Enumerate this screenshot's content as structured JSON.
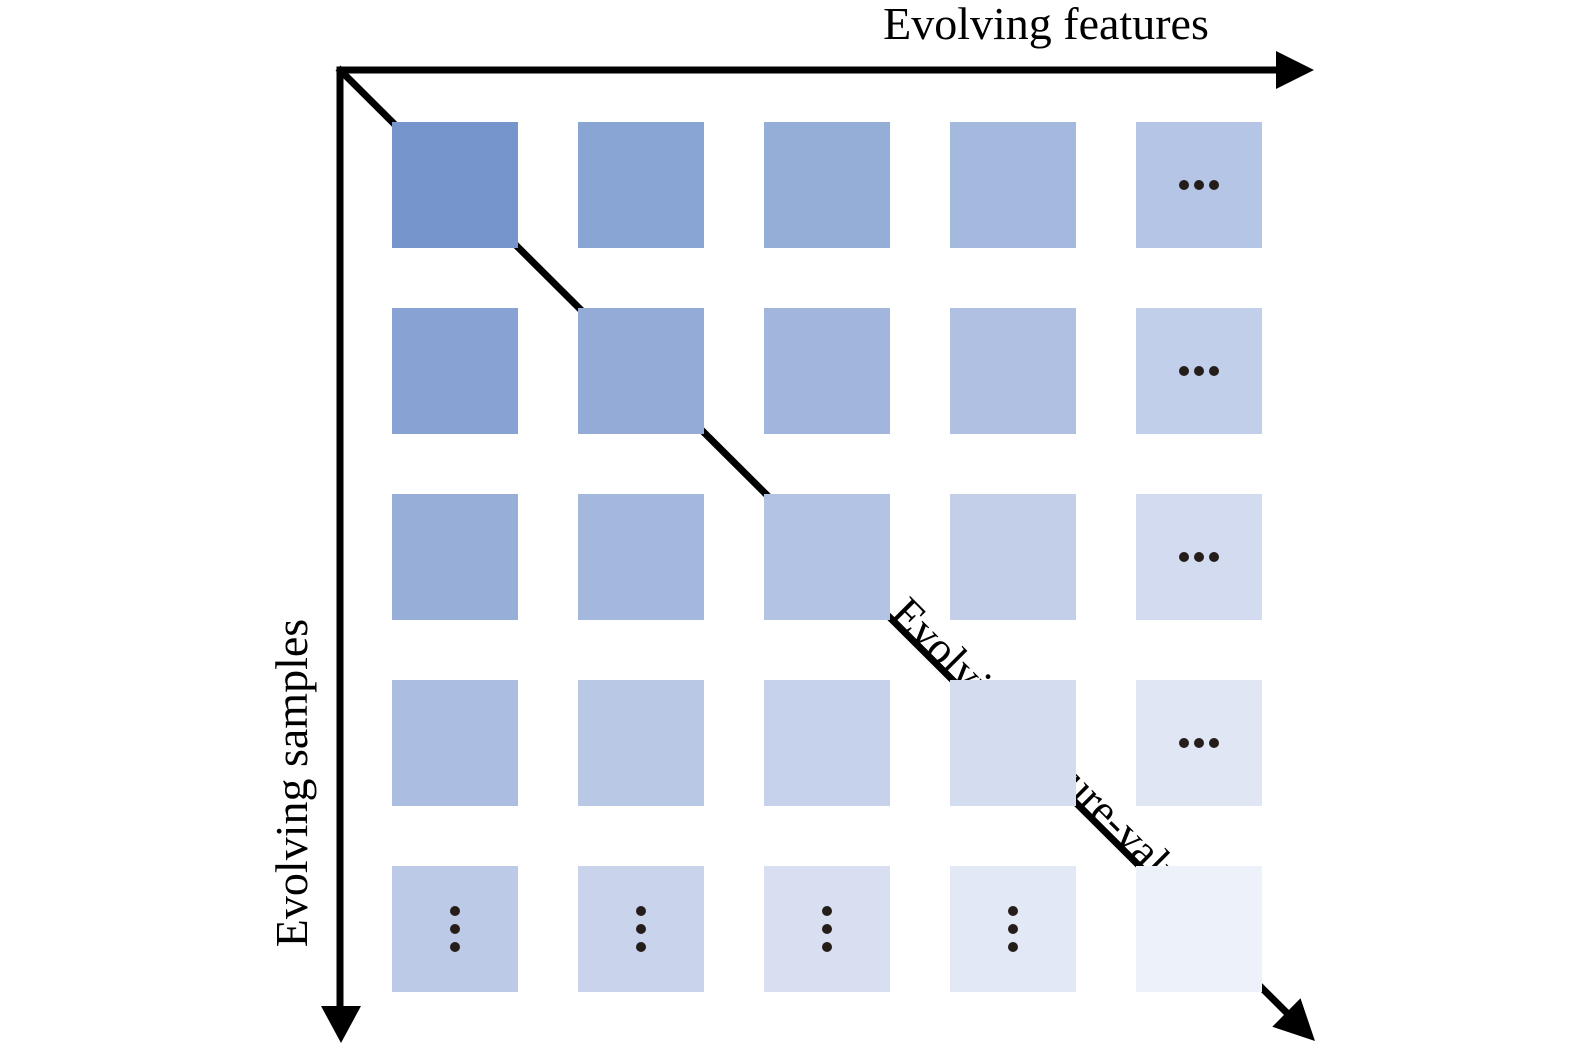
{
  "labels": {
    "features_axis": "Evolving features",
    "samples_axis": "Evolving samples",
    "diagonal_axis": "Evolving feature-values"
  },
  "grid": {
    "rows": 5,
    "cols": 5,
    "h_ellipsis": "...",
    "v_ellipsis": "⋮",
    "colors": [
      [
        "#7595cc",
        "#89a5d4",
        "#94aed8",
        "#a4b9de",
        "#b5c5e5"
      ],
      [
        "#88a2d3",
        "#94abd7",
        "#a2b6dd",
        "#b0c0e2",
        "#c2cfea"
      ],
      [
        "#96aed8",
        "#a4b8de",
        "#b2c3e4",
        "#c3cfe9",
        "#d2dbef"
      ],
      [
        "#abbee1",
        "#b9c8e5",
        "#c6d2eb",
        "#d4dcf0",
        "#e1e6f4"
      ],
      [
        "#bccae7",
        "#c9d4ec",
        "#d7dff1",
        "#e2e8f5",
        "#edf1f9"
      ]
    ]
  },
  "colors": {
    "arrow": "#000000",
    "dot": "#241d1a",
    "background": "#ffffff"
  }
}
